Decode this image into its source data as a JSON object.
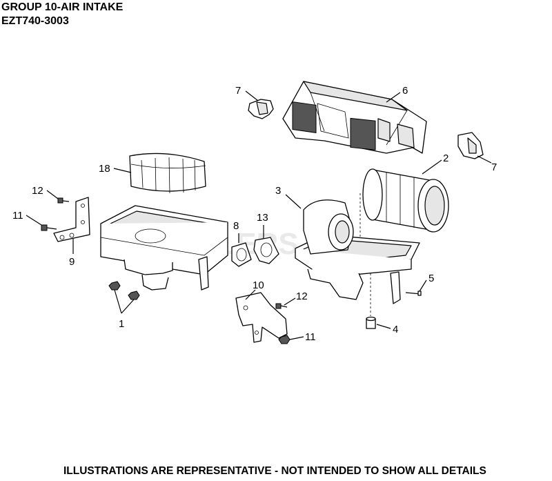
{
  "header": {
    "title": "GROUP 10-AIR INTAKE",
    "subtitle": "EZT740-3003"
  },
  "footer": {
    "note": "ILLUSTRATIONS ARE REPRESENTATIVE - NOT INTENDED TO SHOW ALL DETAILS"
  },
  "watermark": "CUTLERS",
  "callouts": {
    "c1": "1",
    "c2": "2",
    "c3": "3",
    "c4": "4",
    "c5": "5",
    "c6": "6",
    "c7a": "7",
    "c7b": "7",
    "c8": "8",
    "c9": "9",
    "c10": "10",
    "c11a": "11",
    "c11b": "11",
    "c12a": "12",
    "c12b": "12",
    "c13": "13",
    "c18": "18"
  }
}
